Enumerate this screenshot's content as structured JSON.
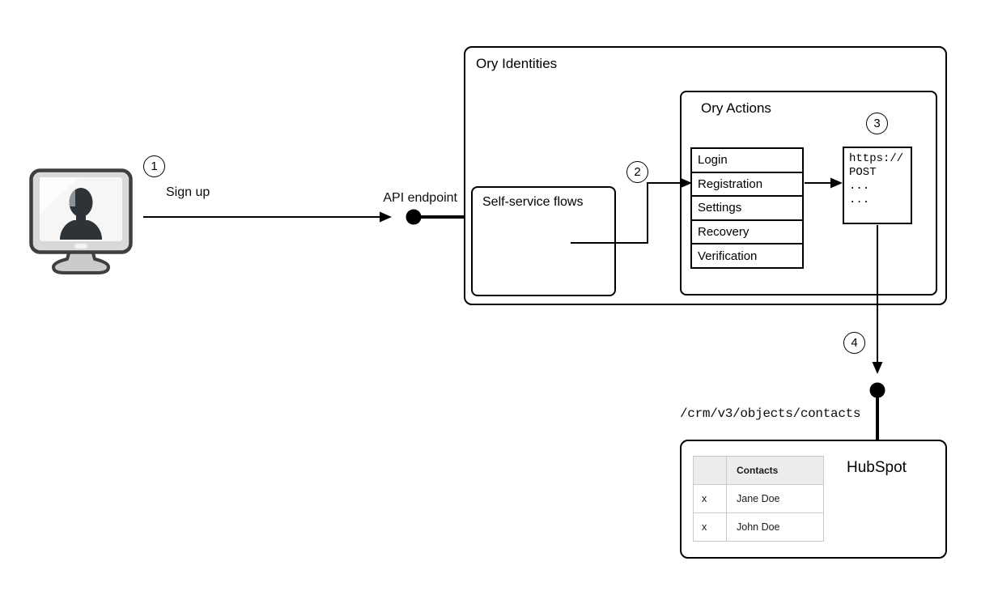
{
  "colors": {
    "line": "#000000",
    "box_border": "#000000",
    "table_header_bg": "#ededed",
    "table_border": "#c9c9c9",
    "monitor_body": "#d9d9d9",
    "silhouette": "#2e3337"
  },
  "steps": {
    "s1": "1",
    "s2": "2",
    "s3": "3",
    "s4": "4"
  },
  "labels": {
    "sign_up": "Sign up",
    "api_endpoint": "API endpoint",
    "crm_endpoint_path": "/crm/v3/objects/contacts"
  },
  "ory_identities": {
    "title": "Ory Identities",
    "self_service_flows": {
      "title": "Self-service flows"
    },
    "ory_actions": {
      "title": "Ory Actions",
      "flows": [
        "Login",
        "Registration",
        "Settings",
        "Recovery",
        "Verification"
      ],
      "webhook_request": {
        "lines": [
          "https://",
          "POST",
          "...",
          "..."
        ]
      }
    }
  },
  "hubspot": {
    "title": "HubSpot",
    "contacts_table": {
      "headers": [
        "",
        "Contacts"
      ],
      "rows": [
        [
          "x",
          "Jane Doe"
        ],
        [
          "x",
          "John Doe"
        ]
      ]
    }
  },
  "icons": {
    "user_computer": "monitor-with-user-silhouette"
  }
}
